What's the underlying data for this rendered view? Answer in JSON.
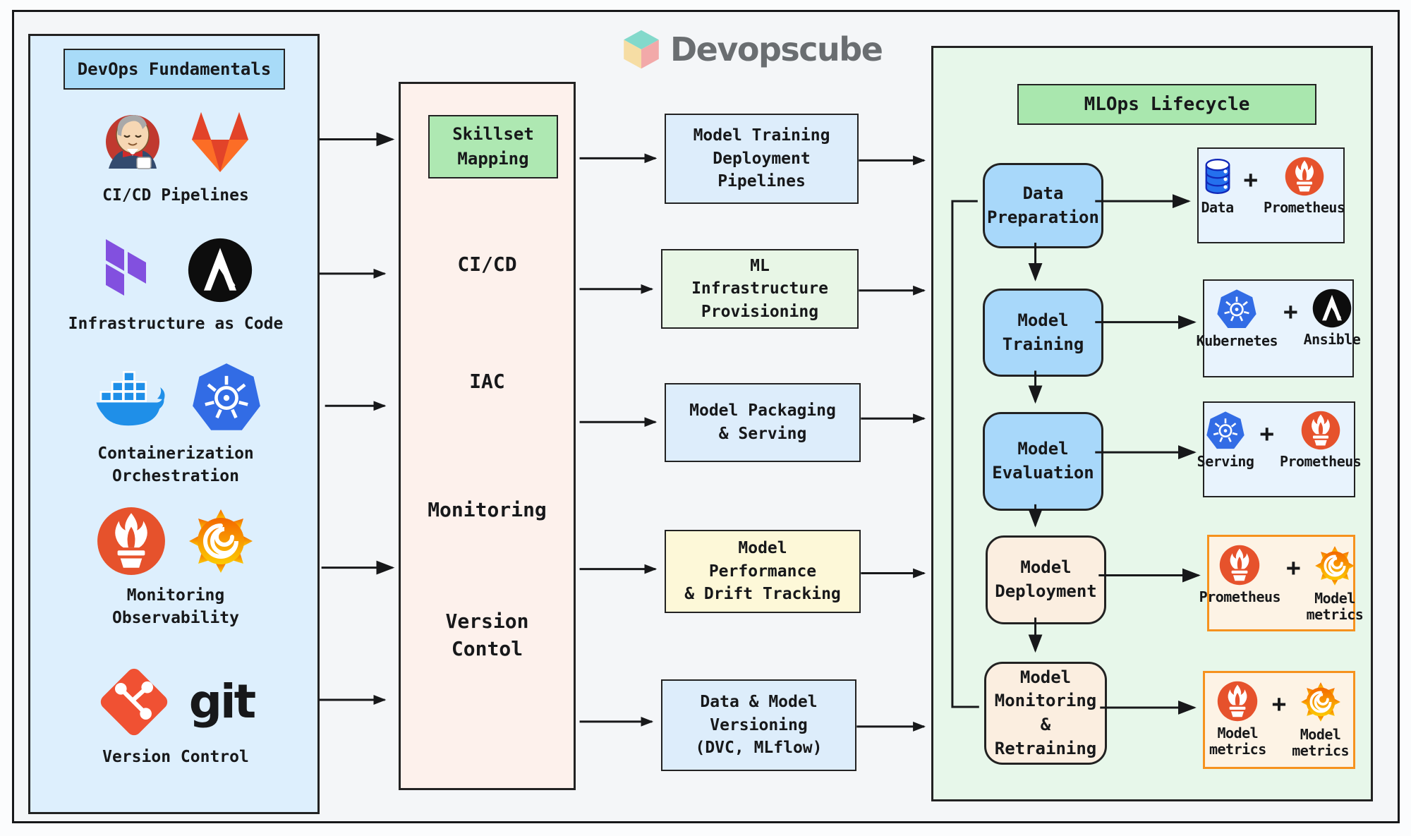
{
  "logo": {
    "brand": "Devopscube"
  },
  "left_panel": {
    "title": "DevOps Fundamentals",
    "rows": [
      {
        "label": "CI/CD Pipelines"
      },
      {
        "label": "Infrastructure as Code"
      },
      {
        "label": "Containerization\nOrchestration"
      },
      {
        "label": "Monitoring\nObservability"
      },
      {
        "label": "Version Control",
        "wordmark": "git"
      }
    ]
  },
  "skillset_column": {
    "title": "Skillset\nMapping",
    "skills": [
      "CI/CD",
      "IAC",
      "Monitoring",
      "Version\nContol"
    ]
  },
  "mapping_boxes": [
    {
      "label": "Model Training\nDeployment\nPipelines"
    },
    {
      "label": "ML\nInfrastructure\nProvisioning"
    },
    {
      "label": "Model Packaging\n& Serving"
    },
    {
      "label": "Model\nPerformance\n& Drift Tracking"
    },
    {
      "label": "Data & Model\nVersioning\n(DVC, MLflow)"
    }
  ],
  "mlops_panel": {
    "title": "MLOps Lifecycle",
    "plus_sign": "+",
    "stages": [
      {
        "label": "Data\nPreparation"
      },
      {
        "label": "Model\nTraining"
      },
      {
        "label": "Model\nEvaluation"
      },
      {
        "label": "Model\nDeployment"
      },
      {
        "label": "Model\nMonitoring &\nRetraining"
      }
    ],
    "tool_boxes": [
      {
        "left_icon": "database-icon",
        "right_icon": "prometheus-icon",
        "left_label": "Data",
        "right_label": "Prometheus"
      },
      {
        "left_icon": "kubernetes-icon",
        "right_icon": "ansible-icon",
        "left_label": "Kubernetes",
        "right_label": "Ansible"
      },
      {
        "left_icon": "kubernetes-icon",
        "right_icon": "prometheus-icon",
        "left_label": "Serving",
        "right_label": "Prometheus"
      },
      {
        "left_icon": "prometheus-icon",
        "right_icon": "grafana-icon",
        "left_label": "Prometheus",
        "right_label": "Model\nmetrics"
      },
      {
        "left_icon": "prometheus-icon",
        "right_icon": "grafana-icon",
        "left_label": "Model\nmetrics",
        "right_label": "Model\nmetrics"
      }
    ]
  },
  "colors": {
    "canvas_bg": "#f4f6f8",
    "left_panel_bg": "#ddeffd",
    "devops_header_bg": "#a8dbf8",
    "skillset_column_bg": "#fdf1ec",
    "green_header_bg": "#aee8b2",
    "mlops_panel_bg": "#e7f7ea",
    "stage_blue": "#a8d8fa",
    "stage_peach": "#fbeee0",
    "tool_blue_bg": "#e8f3fd",
    "tool_orange_bg": "#fdf3e5",
    "tool_orange_border": "#f6921e",
    "map_blue": "#ddedfb",
    "map_green": "#e8f6e6",
    "map_yellow": "#fdf8d8",
    "prometheus_red": "#e6522c",
    "kubernetes_blue": "#326ce5",
    "docker_blue": "#1f8fe8",
    "terraform_purple": "#8250df",
    "gitlab_orange": "#fc6d26",
    "gitlab_dark": "#e24329",
    "git_red": "#f05133",
    "grafana_orange": "#f46800",
    "database_blue": "#2470ee"
  }
}
